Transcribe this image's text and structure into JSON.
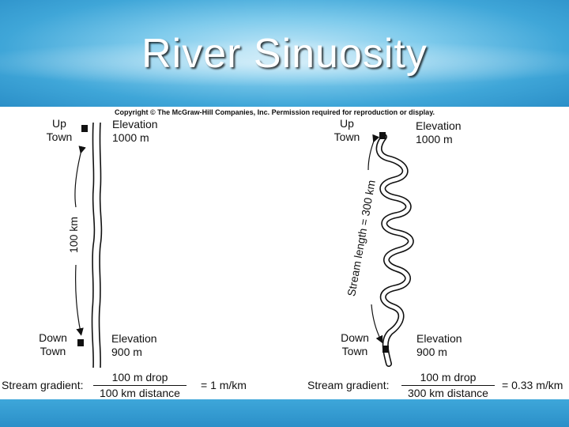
{
  "title": "River Sinuosity",
  "copyright": "Copyright © The McGraw-Hill Companies, Inc. Permission required for reproduction or display.",
  "left_panel": {
    "up_town": [
      "Up",
      "Town"
    ],
    "down_town": [
      "Down",
      "Town"
    ],
    "top_elevation": [
      "Elevation",
      "1000 m"
    ],
    "bottom_elevation": [
      "Elevation",
      "900 m"
    ],
    "distance_label": "100 km",
    "gradient_label": "Stream gradient:",
    "gradient_numerator": "100 m drop",
    "gradient_denominator": "100 km distance",
    "gradient_result": "= 1 m/km"
  },
  "right_panel": {
    "up_town": [
      "Up",
      "Town"
    ],
    "down_town": [
      "Down",
      "Town"
    ],
    "top_elevation": [
      "Elevation",
      "1000 m"
    ],
    "bottom_elevation": [
      "Elevation",
      "900 m"
    ],
    "stream_length_label": "Stream length = 300 km",
    "gradient_label": "Stream gradient:",
    "gradient_numerator": "100 m drop",
    "gradient_denominator": "300 km distance",
    "gradient_result": "= 0.33 m/km"
  }
}
